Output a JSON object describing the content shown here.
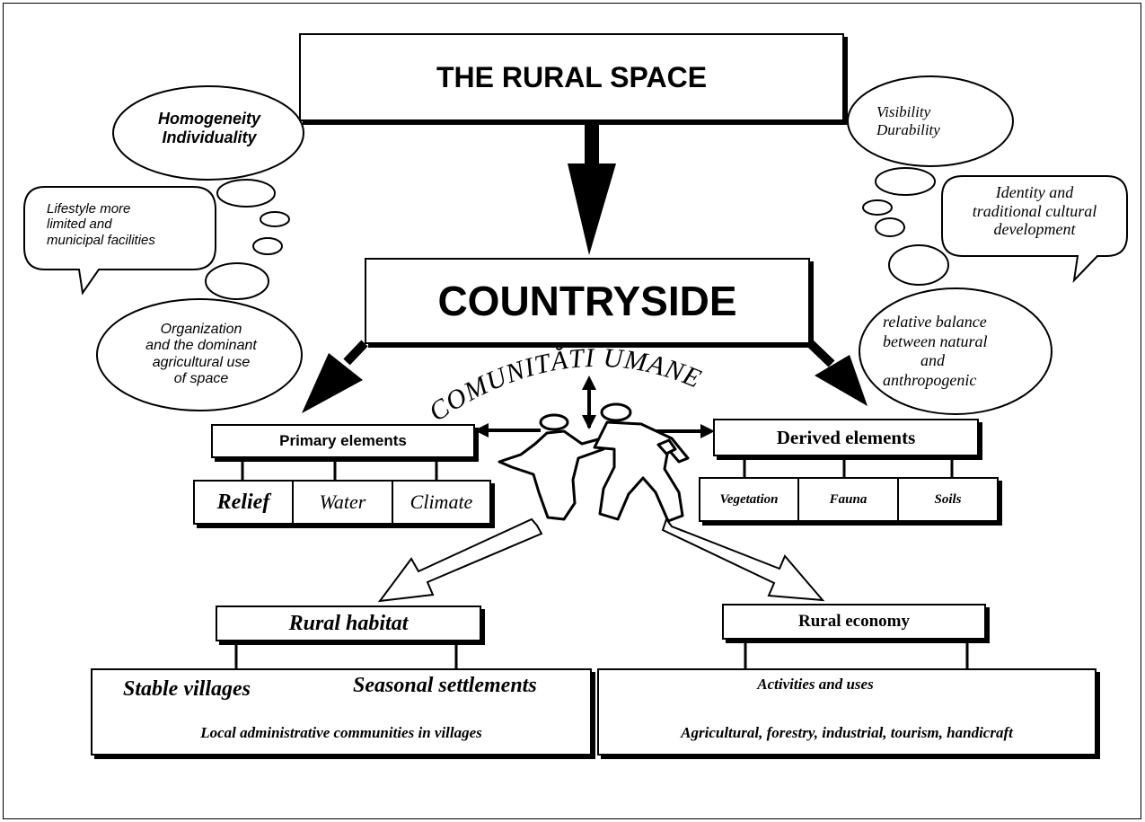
{
  "title": "THE RURAL SPACE",
  "center": "COUNTRYSIDE",
  "arc_label": "COMUNITĂTI UMANE",
  "left_bubbles": {
    "homogeneity": "Homogeneity",
    "individuality": "Individuality",
    "lifestyle": [
      "Lifestyle more",
      "limited and",
      "municipal facilities"
    ],
    "organization": [
      "Organization",
      "and the dominant",
      "agricultural use",
      "of space"
    ]
  },
  "right_bubbles": {
    "visibility": "Visibility",
    "durability": "Durability",
    "identity": [
      "Identity and",
      "traditional cultural",
      "development"
    ],
    "balance": [
      "relative balance",
      "between natural",
      "and",
      "anthropogenic"
    ]
  },
  "primary": {
    "label": "Primary elements",
    "items": [
      "Relief",
      "Water",
      "Climate"
    ]
  },
  "derived": {
    "label": "Derived elements",
    "items": [
      "Vegetation",
      "Fauna",
      "Soils"
    ]
  },
  "habitat": {
    "label": "Rural habitat",
    "stable": "Stable villages",
    "seasonal": "Seasonal settlements",
    "local": "Local administrative communities in villages"
  },
  "economy": {
    "label": "Rural economy",
    "activities": "Activities and uses",
    "list": "Agricultural, forestry, industrial, tourism, handicraft"
  }
}
